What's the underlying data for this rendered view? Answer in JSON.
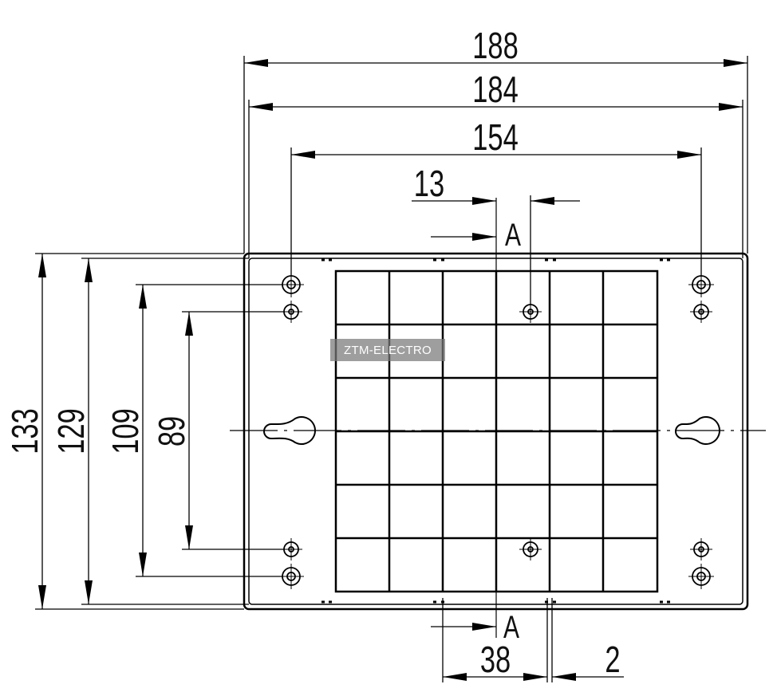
{
  "dimensions": {
    "overall_width": "188",
    "inner_width": "184",
    "hole_spacing_width": "154",
    "offset_top": "13",
    "overall_height": "133",
    "inner_height": "129",
    "outer_hole_spacing_height": "109",
    "inner_hole_spacing_height": "89",
    "bottom_offset": "38",
    "wall_thickness": "2"
  },
  "section_marks": {
    "top": "A",
    "bottom": "A"
  },
  "watermark": "ZTM-ELECTRO"
}
